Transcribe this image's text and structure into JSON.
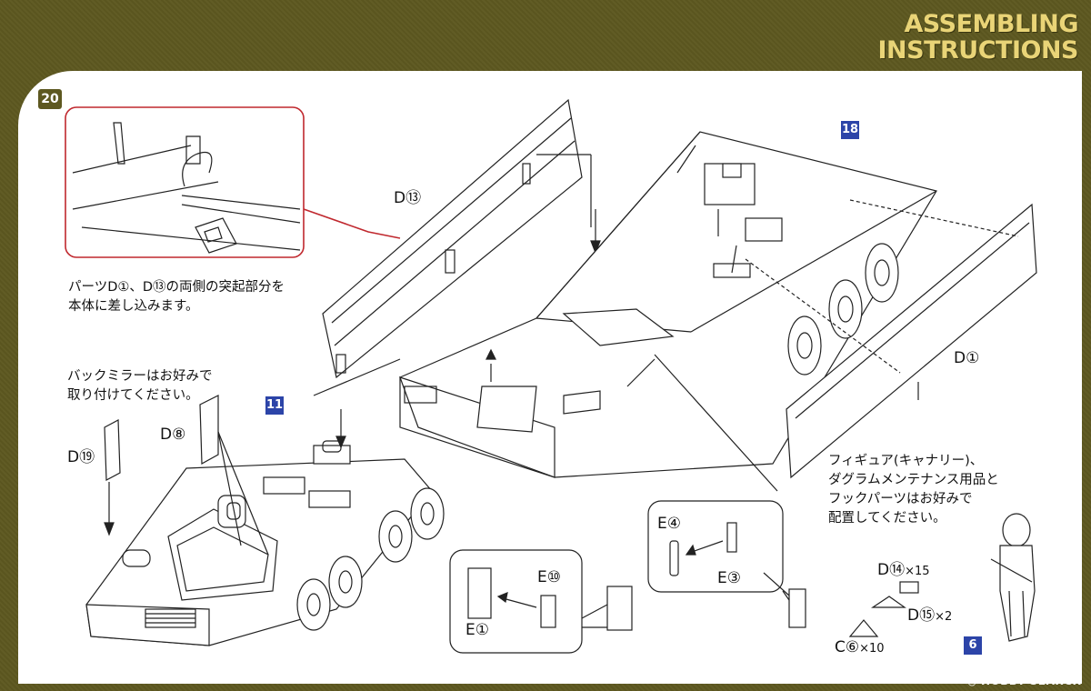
{
  "header": {
    "title_line1": "ASSEMBLING",
    "title_line2": "INSTRUCTIONS"
  },
  "step": "20",
  "notes": {
    "insert_tabs_line1": "パーツD①、D⑬の両側の突起部分を",
    "insert_tabs_line2": "本体に差し込みます。",
    "mirror_line1": "バックミラーはお好みで",
    "mirror_line2": "取り付けてください。",
    "figure_line1": "フィギュア(キャナリー)、",
    "figure_line2": "ダグラムメンテナンス用品と",
    "figure_line3": "フックパーツはお好みで",
    "figure_line4": "配置してください。"
  },
  "parts": {
    "d13": "D⑬",
    "d1": "D①",
    "d8": "D⑧",
    "d19": "D⑲",
    "e4": "E④",
    "e3": "E③",
    "e10": "E⑩",
    "e1": "E①",
    "d14": "D⑭",
    "d14_qty": "×15",
    "d15": "D⑮",
    "d15_qty": "×2",
    "c6": "C⑥",
    "c6_qty": "×10"
  },
  "refs": {
    "r18": "18",
    "r11": "11",
    "r6": "6"
  },
  "footer": {
    "text": "HOBBY SEARCH",
    "logo": "◎"
  },
  "colors": {
    "olive_background": "#5d5820",
    "title_yellow": "#e9d477",
    "callout_red": "#c0282e",
    "ref_blue": "#2c44a8"
  }
}
